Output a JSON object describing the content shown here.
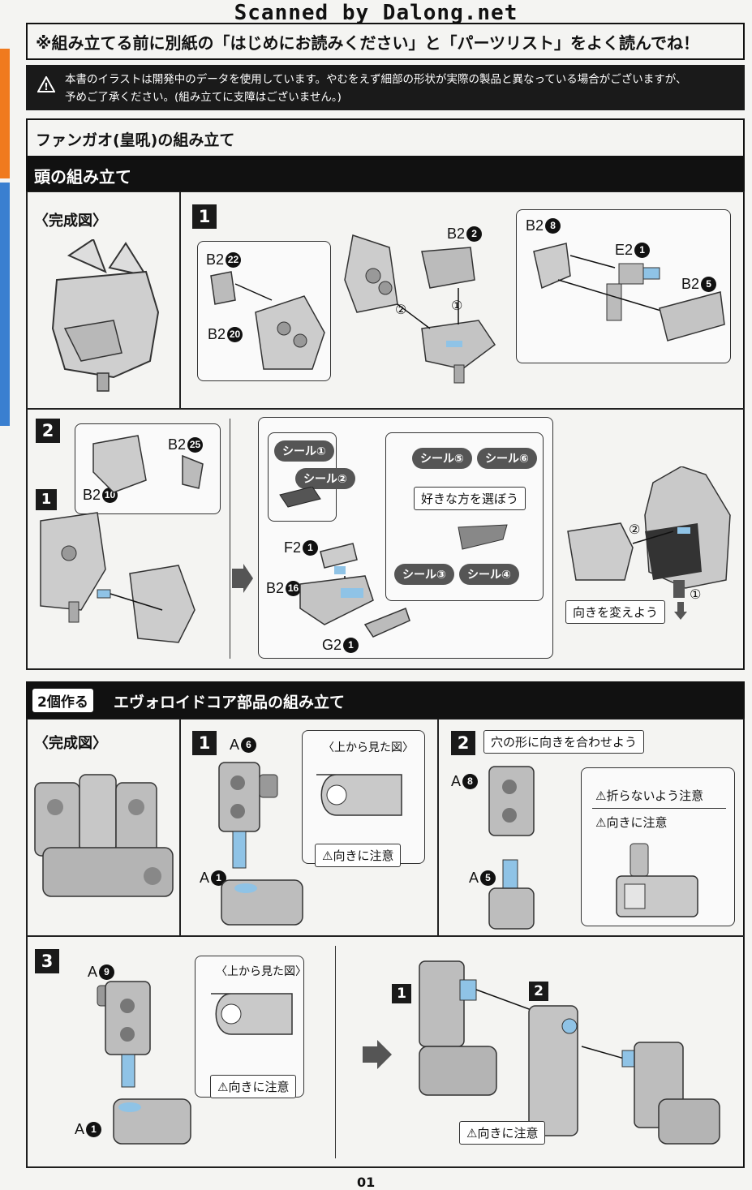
{
  "scan_credit": "Scanned by Dalong.net",
  "notice_top": "※組み立てる前に別紙の「はじめにお読みください」と「パーツリスト」をよく読んでね！",
  "warning": {
    "line1": "本書のイラストは開発中のデータを使用しています。やむをえず細部の形状が実際の製品と異なっている場合がございますが、",
    "line2": "予めご了承ください。(組み立てに支障はございません。)"
  },
  "section1": {
    "title": "ファンガオ(皇吼)の組み立て",
    "subsection_title": "頭の組み立て",
    "completed_label": "〈完成図〉",
    "step1": {
      "number": "1",
      "parts": [
        "B2",
        "B2",
        "B2",
        "B2",
        "E2",
        "B2"
      ],
      "part_nums": [
        "22",
        "20",
        "2",
        "8",
        "1",
        "5"
      ],
      "order": [
        "①",
        "②"
      ]
    },
    "step2": {
      "number": "2",
      "sub1": "1",
      "parts": [
        "B2",
        "B2",
        "F2",
        "B2",
        "G2"
      ],
      "part_nums": [
        "25",
        "10",
        "1",
        "16",
        "1"
      ],
      "stickers": [
        "シール①",
        "シール②",
        "シール⑤",
        "シール⑥",
        "シール③",
        "シール④"
      ],
      "choose_label": "好きな方を選ぼう",
      "turn_label": "向きを変えよう",
      "order": [
        "②",
        "①"
      ]
    }
  },
  "section2": {
    "badge": "2個作る",
    "title": "エヴォロイドコア部品の組み立て",
    "completed_label": "〈完成図〉",
    "step1": {
      "number": "1",
      "parts": [
        "A",
        "A"
      ],
      "part_nums": [
        "6",
        "1"
      ],
      "top_view": "〈上から見た図〉",
      "caution": "向きに注意"
    },
    "step2": {
      "number": "2",
      "hint": "穴の形に向きを合わせよう",
      "parts": [
        "A",
        "A"
      ],
      "part_nums": [
        "8",
        "5"
      ],
      "caution1": "折らないよう注意",
      "caution2": "向きに注意"
    },
    "step3": {
      "number": "3",
      "parts": [
        "A",
        "A"
      ],
      "part_nums": [
        "9",
        "1"
      ],
      "top_view": "〈上から見た図〉",
      "caution": "向きに注意",
      "sub_steps": [
        "1",
        "2"
      ],
      "caution_right": "向きに注意"
    }
  },
  "page_number": "01",
  "colors": {
    "accent_blue": "#8fc3e6",
    "dark": "#1a1a1a",
    "part_gray": "#9a9a9a"
  }
}
